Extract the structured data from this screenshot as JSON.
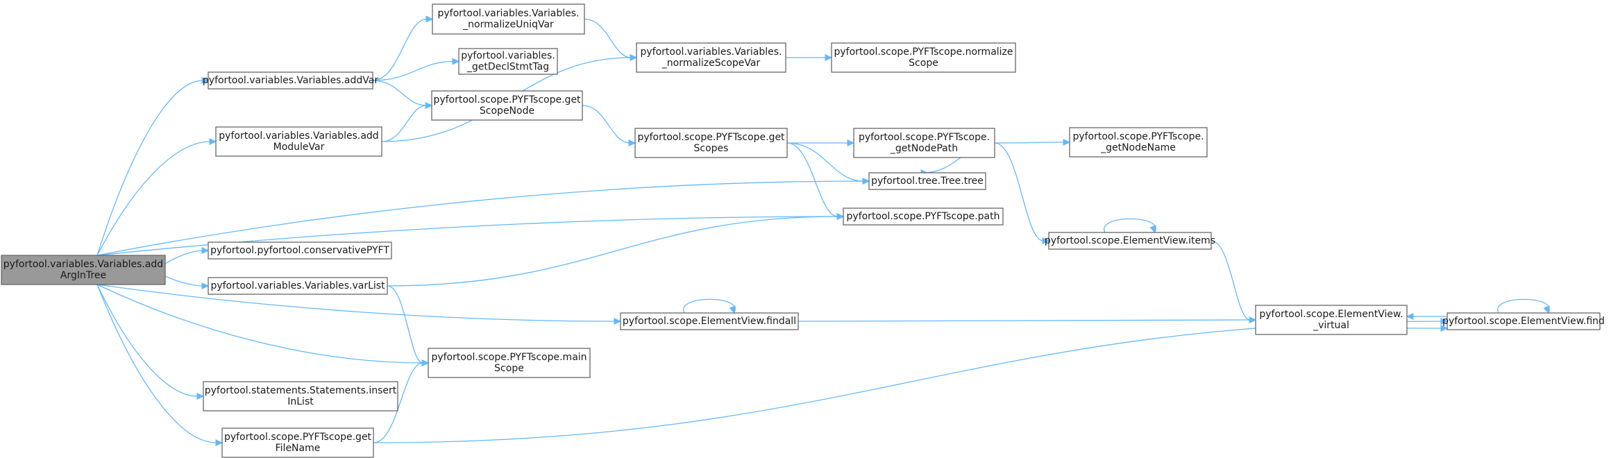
{
  "diagram": {
    "type": "call-graph",
    "edge_color": "#63b8ff",
    "node_border_color": "#666666",
    "root_fill_color": "#999999",
    "node_fill_color": "#ffffff",
    "nodes": [
      {
        "id": "addArgInTree",
        "lines": [
          "pyfortool.variables.Variables.add",
          "ArgInTree"
        ],
        "root": true
      },
      {
        "id": "addVar",
        "lines": [
          "pyfortool.variables.Variables.addVar"
        ]
      },
      {
        "id": "addModuleVar",
        "lines": [
          "pyfortool.variables.Variables.add",
          "ModuleVar"
        ]
      },
      {
        "id": "conservativePYFT",
        "lines": [
          "pyfortool.pyfortool.conservativePYFT"
        ]
      },
      {
        "id": "varList",
        "lines": [
          "pyfortool.variables.Variables.varList"
        ]
      },
      {
        "id": "insertInList",
        "lines": [
          "pyfortool.statements.Statements.insert",
          "InList"
        ]
      },
      {
        "id": "getFileName",
        "lines": [
          "pyfortool.scope.PYFTscope.get",
          "FileName"
        ]
      },
      {
        "id": "normalizeUniqVar",
        "lines": [
          "pyfortool.variables.Variables.",
          "_normalizeUniqVar"
        ]
      },
      {
        "id": "getDeclStmtTag",
        "lines": [
          "pyfortool.variables.",
          "_getDeclStmtTag"
        ]
      },
      {
        "id": "getScopeNode",
        "lines": [
          "pyfortool.scope.PYFTscope.get",
          "ScopeNode"
        ]
      },
      {
        "id": "mainScope",
        "lines": [
          "pyfortool.scope.PYFTscope.main",
          "Scope"
        ]
      },
      {
        "id": "normalizeScopeVar",
        "lines": [
          "pyfortool.variables.Variables.",
          "_normalizeScopeVar"
        ]
      },
      {
        "id": "getScopes",
        "lines": [
          "pyfortool.scope.PYFTscope.get",
          "Scopes"
        ]
      },
      {
        "id": "findall",
        "lines": [
          "pyfortool.scope.ElementView.findall"
        ]
      },
      {
        "id": "normalizeScope",
        "lines": [
          "pyfortool.scope.PYFTscope.normalize",
          "Scope"
        ]
      },
      {
        "id": "getNodePath",
        "lines": [
          "pyfortool.scope.PYFTscope.",
          "_getNodePath"
        ]
      },
      {
        "id": "treeTree",
        "lines": [
          "pyfortool.tree.Tree.tree"
        ]
      },
      {
        "id": "path",
        "lines": [
          "pyfortool.scope.PYFTscope.path"
        ]
      },
      {
        "id": "getNodeName",
        "lines": [
          "pyfortool.scope.PYFTscope.",
          "_getNodeName"
        ]
      },
      {
        "id": "items",
        "lines": [
          "pyfortool.scope.ElementView.items"
        ]
      },
      {
        "id": "virtual",
        "lines": [
          "pyfortool.scope.ElementView.",
          "_virtual"
        ]
      },
      {
        "id": "find",
        "lines": [
          "pyfortool.scope.ElementView.find"
        ]
      }
    ],
    "edges": [
      [
        "addArgInTree",
        "addVar"
      ],
      [
        "addArgInTree",
        "addModuleVar"
      ],
      [
        "addArgInTree",
        "treeTree"
      ],
      [
        "addArgInTree",
        "path"
      ],
      [
        "addArgInTree",
        "conservativePYFT"
      ],
      [
        "addArgInTree",
        "varList"
      ],
      [
        "addArgInTree",
        "findall"
      ],
      [
        "addArgInTree",
        "mainScope"
      ],
      [
        "addArgInTree",
        "insertInList"
      ],
      [
        "addArgInTree",
        "getFileName"
      ],
      [
        "addVar",
        "normalizeUniqVar"
      ],
      [
        "addVar",
        "getDeclStmtTag"
      ],
      [
        "addVar",
        "getScopeNode"
      ],
      [
        "addModuleVar",
        "getScopeNode"
      ],
      [
        "addModuleVar",
        "normalizeScopeVar"
      ],
      [
        "normalizeUniqVar",
        "normalizeScopeVar"
      ],
      [
        "normalizeScopeVar",
        "normalizeScope"
      ],
      [
        "getScopeNode",
        "getScopes"
      ],
      [
        "getScopes",
        "getNodePath"
      ],
      [
        "getScopes",
        "treeTree"
      ],
      [
        "getScopes",
        "path"
      ],
      [
        "getNodePath",
        "getNodeName"
      ],
      [
        "getNodePath",
        "treeTree"
      ],
      [
        "getNodePath",
        "items"
      ],
      [
        "items",
        "items"
      ],
      [
        "items",
        "virtual"
      ],
      [
        "varList",
        "path"
      ],
      [
        "varList",
        "mainScope"
      ],
      [
        "findall",
        "findall"
      ],
      [
        "findall",
        "virtual"
      ],
      [
        "virtual",
        "find"
      ],
      [
        "find",
        "find"
      ],
      [
        "find",
        "virtual"
      ],
      [
        "getFileName",
        "mainScope"
      ],
      [
        "getFileName",
        "find"
      ]
    ]
  }
}
